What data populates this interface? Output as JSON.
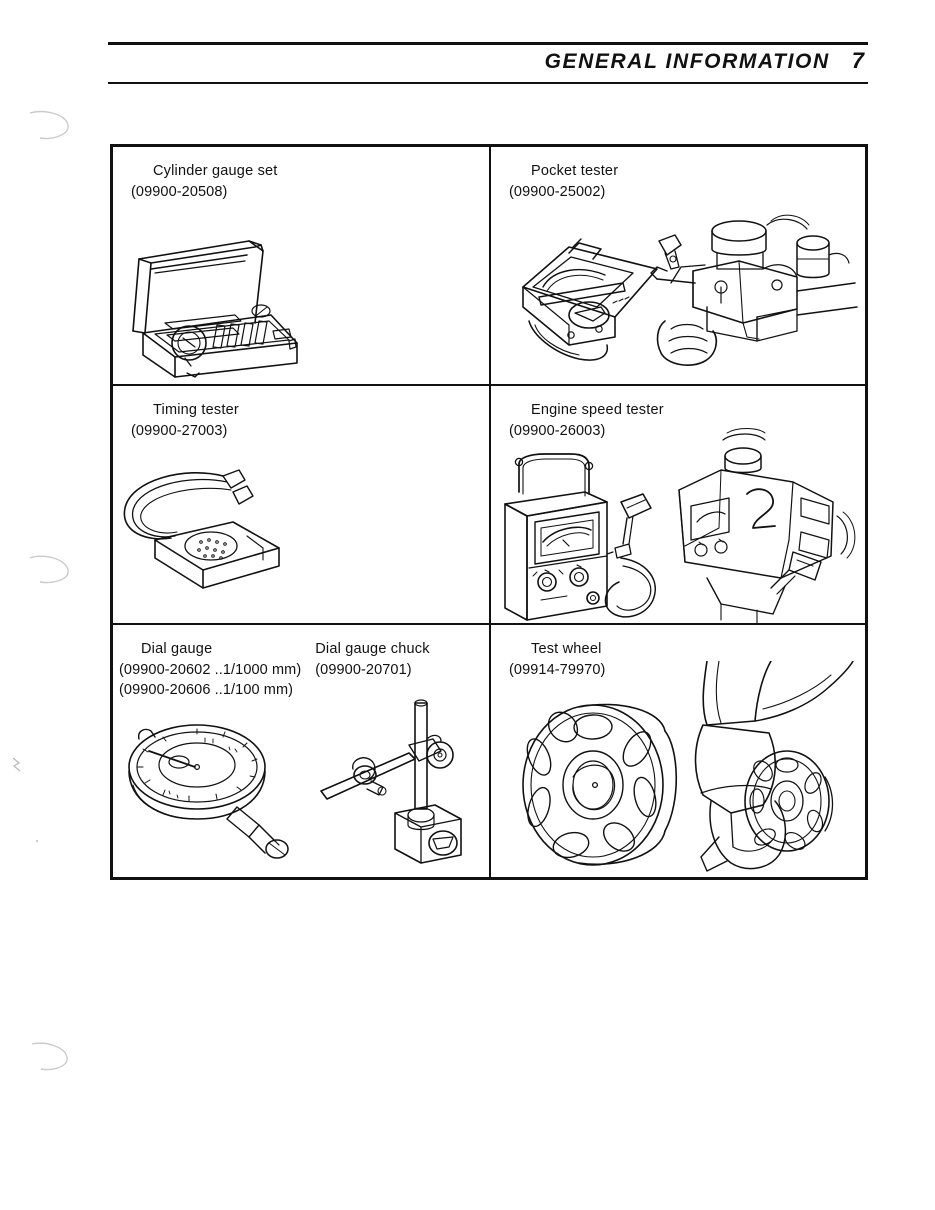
{
  "header": {
    "title": "GENERAL INFORMATION",
    "page_number": "7"
  },
  "table": {
    "rows": [
      {
        "cells": [
          {
            "id": "cylinder-gauge-set",
            "groups": [
              {
                "name": "Cylinder gauge set",
                "codes": [
                  "(09900-20508)"
                ]
              }
            ],
            "illustration": "cylinder-gauge-set-illustration"
          },
          {
            "id": "pocket-tester",
            "groups": [
              {
                "name": "Pocket tester",
                "codes": [
                  "(09900-25002)"
                ]
              }
            ],
            "illustration": "pocket-tester-illustration"
          }
        ]
      },
      {
        "cells": [
          {
            "id": "timing-tester",
            "groups": [
              {
                "name": "Timing tester",
                "codes": [
                  "(09900-27003)"
                ]
              }
            ],
            "illustration": "timing-tester-illustration"
          },
          {
            "id": "engine-speed-tester",
            "groups": [
              {
                "name": "Engine speed tester",
                "codes": [
                  "(09900-26003)"
                ]
              }
            ],
            "illustration": "engine-speed-tester-illustration"
          }
        ]
      },
      {
        "cells": [
          {
            "id": "dial-gauge",
            "groups": [
              {
                "name": "Dial gauge",
                "codes": [
                  "(09900-20602 ..1/1000 mm)",
                  "(09900-20606 ..1/100 mm)"
                ]
              },
              {
                "name": "Dial gauge chuck",
                "codes": [
                  "(09900-20701)"
                ]
              }
            ],
            "illustration": "dial-gauge-illustration"
          },
          {
            "id": "test-wheel",
            "groups": [
              {
                "name": "Test wheel",
                "codes": [
                  "(09914-79970)"
                ]
              }
            ],
            "illustration": "test-wheel-illustration"
          }
        ]
      }
    ]
  },
  "colors": {
    "ink": "#111111",
    "paper": "#ffffff"
  }
}
